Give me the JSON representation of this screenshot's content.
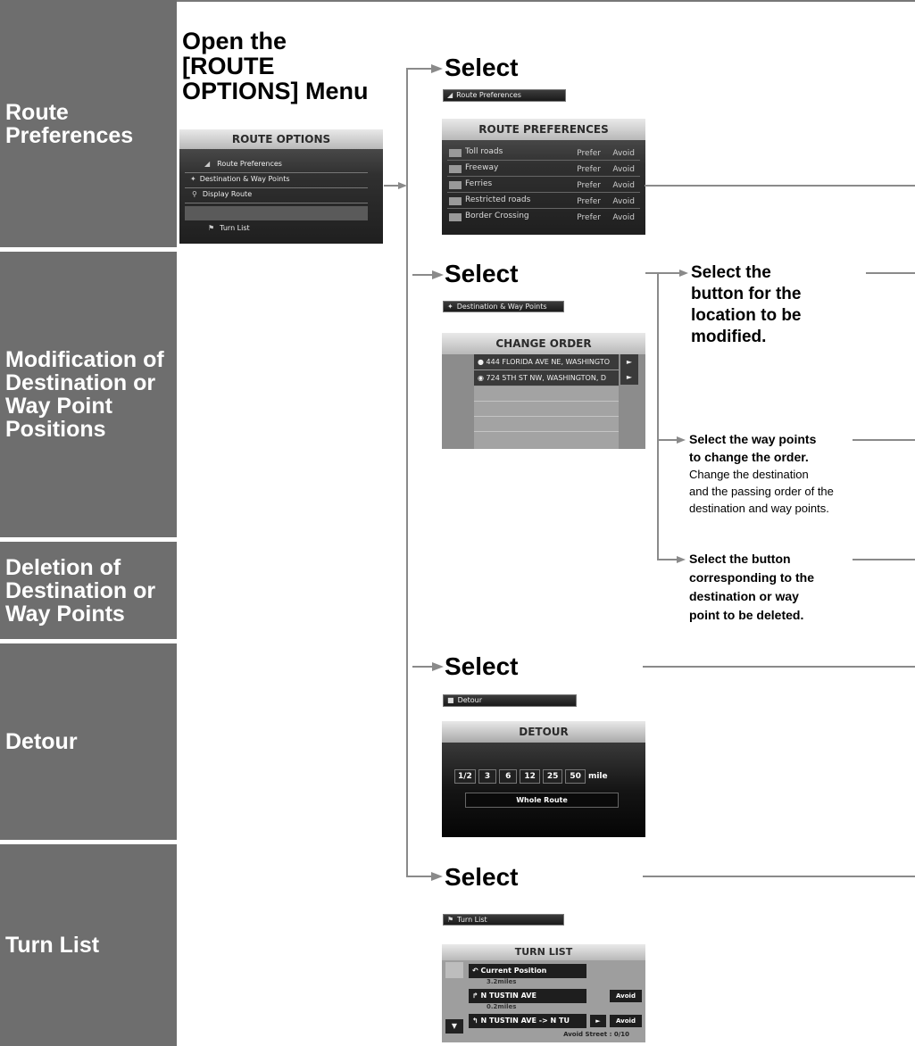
{
  "sections": {
    "route_preferences": "Route Preferences",
    "modification": "Modification of Destination or Way Point Positions",
    "deletion": "Deletion of Destination or Way Points",
    "detour": "Detour",
    "turn_list": "Turn List"
  },
  "open_menu": {
    "heading_1": "Open the",
    "heading_2": "[ROUTE",
    "heading_3": "OPTIONS] Menu",
    "screen_title": "ROUTE OPTIONS",
    "items": [
      "Route Preferences",
      "Destination & Way Points",
      "Display Route",
      "",
      "Turn List"
    ]
  },
  "select_label": "Select",
  "route_preferences_screen": {
    "button": "Route Preferences",
    "title": "ROUTE PREFERENCES",
    "rows": [
      {
        "label": "Toll roads",
        "prefer": "Prefer",
        "avoid": "Avoid"
      },
      {
        "label": "Freeway",
        "prefer": "Prefer",
        "avoid": "Avoid"
      },
      {
        "label": "Ferries",
        "prefer": "Prefer",
        "avoid": "Avoid"
      },
      {
        "label": "Restricted roads",
        "prefer": "Prefer",
        "avoid": "Avoid"
      },
      {
        "label": "Border Crossing",
        "prefer": "Prefer",
        "avoid": "Avoid"
      }
    ]
  },
  "change_order_screen": {
    "button": "Destination & Way Points",
    "title": "CHANGE ORDER",
    "rows": [
      "444 FLORIDA AVE NE, WASHINGTO",
      "724 5TH ST NW, WASHINGTON, D"
    ]
  },
  "steps": {
    "modify_1": "Select the",
    "modify_2": "button for the",
    "modify_3": "location to be",
    "modify_4": "modified.",
    "order_1": "Select the way points",
    "order_2": "to change the order.",
    "order_3": "Change the destination",
    "order_4": "and the passing order of the",
    "order_5": "destination and way points.",
    "delete_1": "Select the button",
    "delete_2": "corresponding to the",
    "delete_3": "destination or way",
    "delete_4": "point to be deleted."
  },
  "detour_screen": {
    "button": "Detour",
    "title": "DETOUR",
    "distances": [
      "1/2",
      "3",
      "6",
      "12",
      "25",
      "50"
    ],
    "unit": "mile",
    "whole_route": "Whole Route"
  },
  "turn_list_screen": {
    "button": "Turn List",
    "title": "TURN LIST",
    "rows": [
      {
        "text": "Current Position",
        "sub": "3.2miles"
      },
      {
        "text": "N TUSTIN AVE",
        "sub": "0.2miles",
        "avoid": "Avoid"
      },
      {
        "text": "N TUSTIN AVE -> N TU",
        "avoid": "Avoid"
      }
    ],
    "footer_label": "Avoid Street :",
    "footer_value": "0/10"
  }
}
